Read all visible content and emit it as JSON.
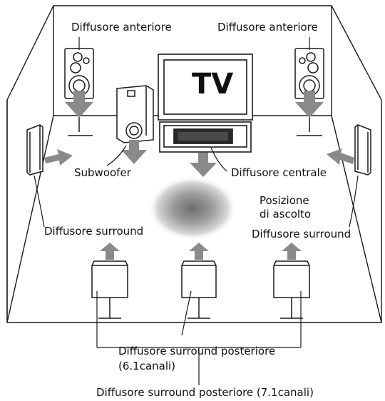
{
  "labels": {
    "front_left": "Diffusore anteriore",
    "front_right": "Diffusore anteriore",
    "tv": "TV",
    "subwoofer": "Subwoofer",
    "center": "Diffusore centrale",
    "listening_position": "Posizione\ndi ascolto",
    "surround_left": "Diffusore surround",
    "surround_right": "Diffusore surround",
    "surround_back_61": "Diffusore surround posteriore\n(6.1canali)",
    "surround_back_71": "Diffusore surround posteriore (7.1canali)"
  },
  "colors": {
    "arrow": "#8a8a8a",
    "line": "#1a1a1a",
    "listening_spot": "#7d7d7d"
  }
}
